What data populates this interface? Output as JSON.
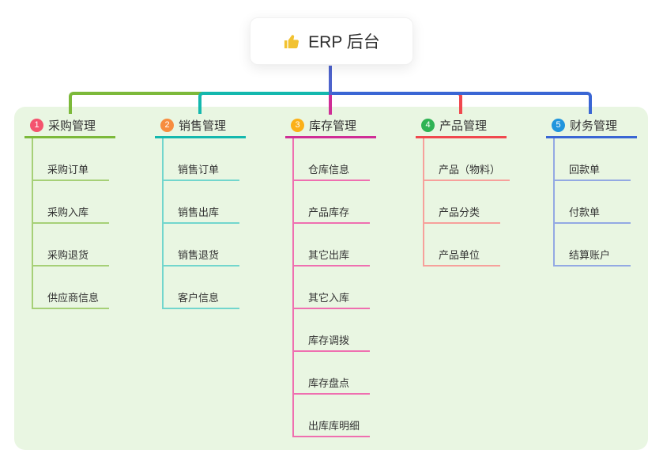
{
  "theme": {
    "canvas_bg": "#ffffff",
    "panel_bg": "#e9f6e2",
    "root_connector": "#4e63cc",
    "text_color": "#333333"
  },
  "root": {
    "label": "ERP 后台",
    "icon": "thumbs-up-icon",
    "icon_color": "#f2c231"
  },
  "branches": [
    {
      "index": "1",
      "title": "采购管理",
      "colors": {
        "badge": "#f4536e",
        "line": "#7cb93a",
        "item_line": "#a6d077"
      },
      "items": [
        "采购订单",
        "采购入库",
        "采购退货",
        "供应商信息"
      ]
    },
    {
      "index": "2",
      "title": "销售管理",
      "colors": {
        "badge": "#f78d3f",
        "line": "#14b8ae",
        "item_line": "#72d6cd"
      },
      "items": [
        "销售订单",
        "销售出库",
        "销售退货",
        "客户信息"
      ]
    },
    {
      "index": "3",
      "title": "库存管理",
      "colors": {
        "badge": "#fbb018",
        "line": "#cf2e96",
        "item_line": "#ef6fb0"
      },
      "items": [
        "仓库信息",
        "产品库存",
        "其它出库",
        "其它入库",
        "库存调拨",
        "库存盘点",
        "出库库明细"
      ]
    },
    {
      "index": "4",
      "title": "产品管理",
      "colors": {
        "badge": "#2fb354",
        "line": "#f0484e",
        "item_line": "#f7a09b"
      },
      "items": [
        "产品（物料）",
        "产品分类",
        "产品单位"
      ]
    },
    {
      "index": "5",
      "title": "财务管理",
      "colors": {
        "badge": "#2095dd",
        "line": "#3a66d4",
        "item_line": "#93a9e3"
      },
      "items": [
        "回款单",
        "付款单",
        "结算账户"
      ]
    }
  ]
}
